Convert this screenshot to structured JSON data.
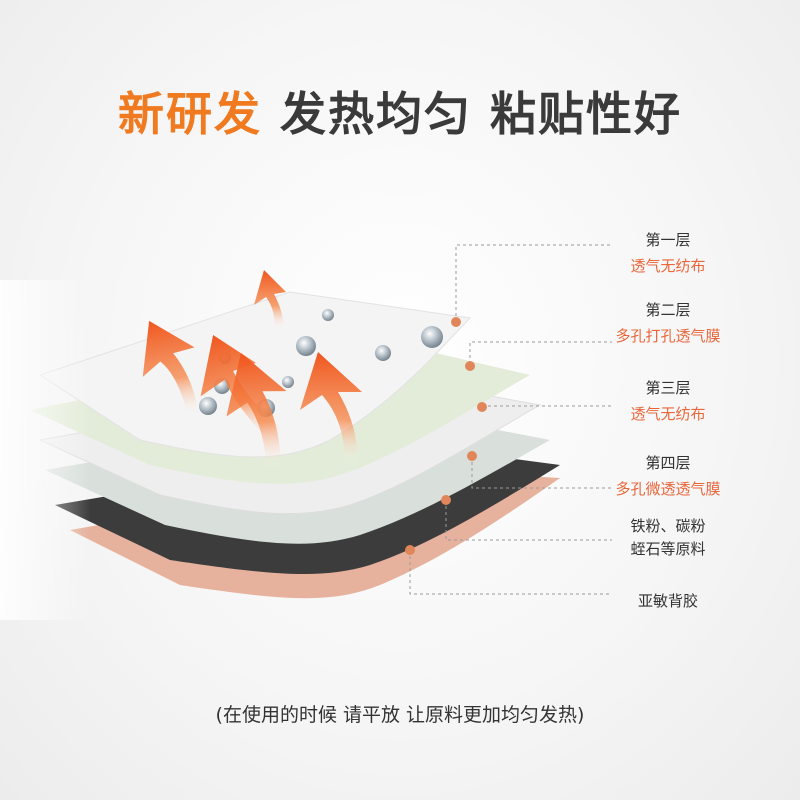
{
  "title": {
    "accent": "新研发",
    "part2": "发热均匀",
    "part3": "粘贴性好"
  },
  "layers": [
    {
      "name": "第一层",
      "material": "透气无纺布"
    },
    {
      "name": "第二层",
      "material": "多孔打孔透气膜"
    },
    {
      "name": "第三层",
      "material": "透气无纺布"
    },
    {
      "name": "第四层",
      "material": "多孔微透透气膜"
    },
    {
      "name": "",
      "material": "铁粉、碳粉"
    },
    {
      "name": "",
      "material": "蛭石等原料"
    },
    {
      "name": "",
      "material": "亚敏背胶"
    }
  ],
  "caption": "(在使用的时候 请平放 让原料更加均匀发热)",
  "colors": {
    "accent": "#f07a20",
    "label_red": "#e8663a",
    "layer_white": "#f2f2f2",
    "layer_green": "#e3ecd9",
    "layer_grey": "#d9e0dc",
    "layer_black": "#3c3c3c",
    "layer_skin": "#e6b29e",
    "arrow": "#f06a2a",
    "dot": "#e0865a"
  }
}
